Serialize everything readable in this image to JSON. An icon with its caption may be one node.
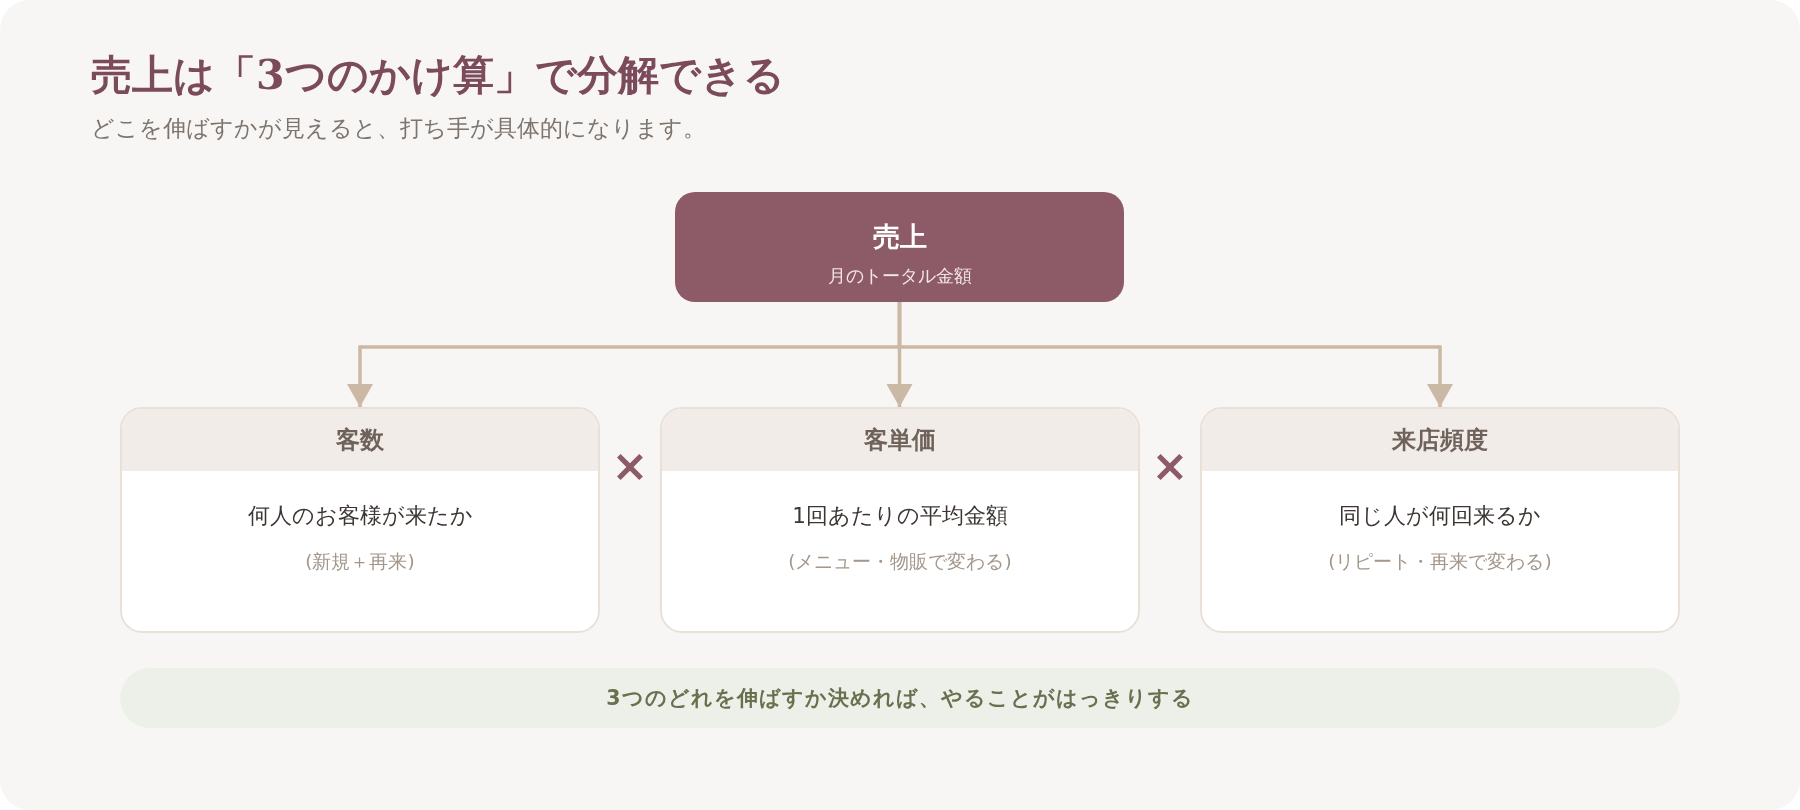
{
  "diagram": {
    "title": "売上は「3つのかけ算」で分解できる",
    "nodes": [
      {
        "text": [
          "売上",
          "月のトータル金額"
        ]
      },
      {
        "text": [
          "客数",
          "何人のお客様が来たか",
          "(新規＋再来)"
        ]
      },
      {
        "text": [
          "客単価",
          "1回あたりの平均金額",
          "(メニュー・物販で変わる)"
        ]
      },
      {
        "text": [
          "来店頻度",
          "同じ人が何回来るか",
          "(リピート・再来で変わる)"
        ]
      },
      {
        "text": [
          "3つのどれを伸ばすか決めれば、やることがはっきりする"
        ]
      }
    ],
    "edges": [
      {
        "from": 0,
        "to": 1,
        "arrow": "to"
      },
      {
        "from": 0,
        "to": 2,
        "arrow": "to"
      },
      {
        "from": 0,
        "to": 3,
        "arrow": "to"
      }
    ],
    "labels": [
      "どこを伸ばすかが見えると、打ち手が具体的になります。",
      "×",
      "×"
    ]
  }
}
